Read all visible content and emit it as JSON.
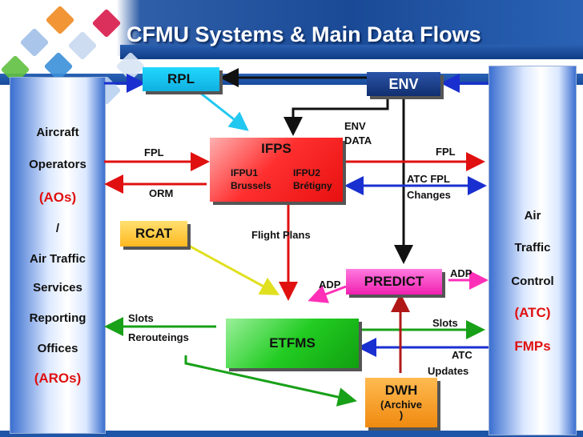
{
  "title": "CFMU Systems & Main Data Flows",
  "left_panel": {
    "lines": [
      "Aircraft",
      "Operators",
      "(AOs)",
      "/",
      "Air Traffic",
      "Services",
      "Reporting",
      "Offices",
      "(AROs)"
    ]
  },
  "right_panel": {
    "lines": [
      "Air",
      "Traffic",
      "Control",
      "(ATC)",
      "FMPs"
    ]
  },
  "boxes": {
    "rpl": "RPL",
    "env": "ENV",
    "ifps": "IFPS",
    "ifpu1_line1": "IFPU1",
    "ifpu1_line2": "Brussels",
    "ifpu2_line1": "IFPU2",
    "ifpu2_line2": "Brétigny",
    "rcat": "RCAT",
    "predict": "PREDICT",
    "etfms": "ETFMS",
    "dwh_line1": "DWH",
    "dwh_line2": "(Archive",
    "dwh_line3": ")"
  },
  "flow_labels": {
    "env_data_1": "ENV",
    "env_data_2": "DATA",
    "fpl_left": "FPL",
    "fpl_right": "FPL",
    "orm": "ORM",
    "atc_fpl": "ATC FPL",
    "changes": "Changes",
    "flight_plans": "Flight  Plans",
    "adp_left": "ADP",
    "adp_right": "ADP",
    "slots_left": "Slots",
    "reroutings": "Rerouteings",
    "slots_right": "Slots",
    "atc": "ATC",
    "updates": "Updates"
  },
  "colors": {
    "rpl": "#22d8ff",
    "env": "#1a3f8a",
    "ifps": "#ff2020",
    "rcat": "#ffcc33",
    "predict": "#ff44cc",
    "etfms": "#22cc22",
    "dwh": "#ff9a1a"
  }
}
